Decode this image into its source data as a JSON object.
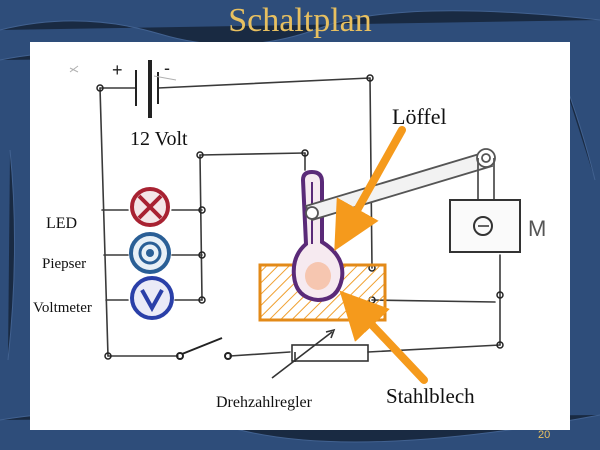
{
  "title": "Schaltplan",
  "labels": {
    "loeffel": "Löffel",
    "battery": "12 Volt",
    "led": "LED",
    "piepser": "Piepser",
    "voltmeter": "Voltmeter",
    "stahlblech": "Stahlblech",
    "drehzahlregler": "Drehzahlregler",
    "motor": "M",
    "minus": "-",
    "plus": "+"
  },
  "page_number": "20",
  "colors": {
    "background": "#2e4d7a",
    "title": "#e8c060",
    "arrow": "#f59a1c",
    "led": "#a82232",
    "piepser": "#2a5f96",
    "voltmeter": "#2a3fa8",
    "spoon": "#5a2a78",
    "steel_plate": "#f0a030"
  },
  "icons": [
    "led-symbol-icon",
    "buzzer-symbol-icon",
    "voltmeter-symbol-icon",
    "battery-symbol-icon",
    "motor-symbol-icon",
    "switch-symbol-icon",
    "potentiometer-symbol-icon"
  ]
}
